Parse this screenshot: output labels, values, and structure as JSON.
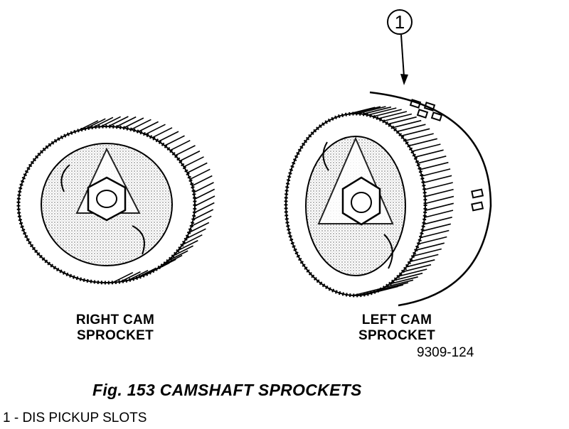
{
  "figure": {
    "callout_number": "1",
    "right_label_line1": "RIGHT CAM",
    "right_label_line2": "SPROCKET",
    "left_label_line1": "LEFT CAM",
    "left_label_line2": "SPROCKET",
    "code": "9309-124",
    "caption": "Fig. 153 CAMSHAFT SPROCKETS",
    "legend": "1 - DIS PICKUP SLOTS"
  }
}
